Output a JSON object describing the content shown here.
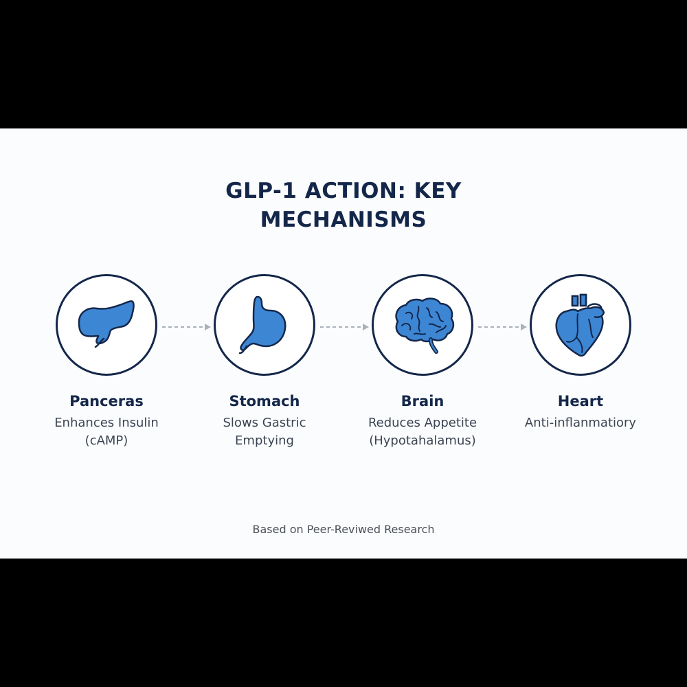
{
  "title": {
    "line1": "GLP-1 ACTION: KEY",
    "line2": "MECHANISMS"
  },
  "organs": [
    {
      "name": "Panceras",
      "description": "Enhances Insulin\n(cAMP)",
      "icon": "pancreas-icon"
    },
    {
      "name": "Stomach",
      "description": "Slows Gastric\nEmptying",
      "icon": "stomach-icon"
    },
    {
      "name": "Brain",
      "description": "Reduces Appetite\n(Hypotahalamus)",
      "icon": "brain-icon"
    },
    {
      "name": "Heart",
      "description": "Anti-inflanmatiory",
      "icon": "heart-icon"
    }
  ],
  "footer": "Based on Peer-Reviwed Research",
  "colors": {
    "navy": "#14274a",
    "organ_fill": "#3d86d4",
    "arrow": "#a9b1bb",
    "background": "#fbfcfd"
  }
}
